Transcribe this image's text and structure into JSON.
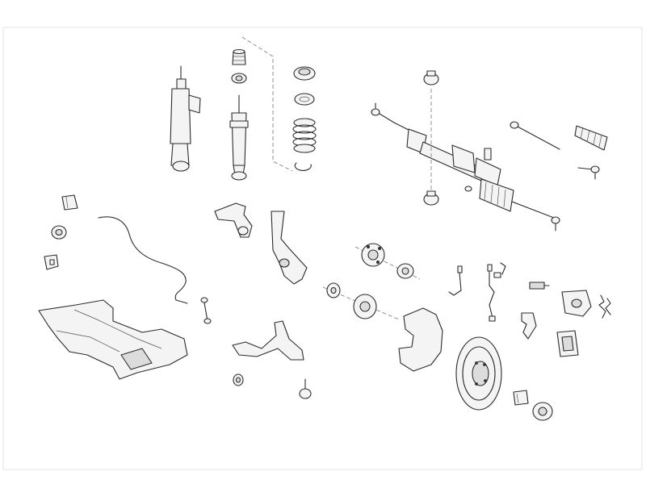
{
  "diagram": {
    "parts": [
      {
        "id": "strut-left",
        "icon": "shock-absorber-icon"
      },
      {
        "id": "strut-mount-top",
        "icon": "bump-stop-icon"
      },
      {
        "id": "strut-mount-bearing",
        "icon": "strut-bearing-icon"
      },
      {
        "id": "shock-absorber",
        "icon": "shock-absorber-icon"
      },
      {
        "id": "spring-seat-top",
        "icon": "spring-seat-icon"
      },
      {
        "id": "spring-seat-bearing",
        "icon": "bearing-ring-icon"
      },
      {
        "id": "coil-spring",
        "icon": "coil-spring-icon"
      },
      {
        "id": "spring-seat-bottom",
        "icon": "spring-pad-icon"
      },
      {
        "id": "steering-rack",
        "icon": "steering-rack-icon"
      },
      {
        "id": "rack-mount-top",
        "icon": "rubber-mount-icon"
      },
      {
        "id": "rack-mount-bottom",
        "icon": "rubber-mount-icon"
      },
      {
        "id": "tie-rod-end-left",
        "icon": "tie-rod-end-icon"
      },
      {
        "id": "inner-tie-rod",
        "icon": "tie-rod-icon"
      },
      {
        "id": "steering-boot",
        "icon": "bellows-icon"
      },
      {
        "id": "tie-rod-end-right",
        "icon": "tie-rod-end-icon"
      },
      {
        "id": "stabilizer-bushing-bracket",
        "icon": "bracket-icon"
      },
      {
        "id": "stabilizer-bushing",
        "icon": "bushing-icon"
      },
      {
        "id": "bushing-clamp",
        "icon": "clamp-icon"
      },
      {
        "id": "stabilizer-bar",
        "icon": "stabilizer-bar-icon"
      },
      {
        "id": "stabilizer-link",
        "icon": "link-rod-icon"
      },
      {
        "id": "subframe",
        "icon": "subframe-icon"
      },
      {
        "id": "upper-control-arm",
        "icon": "control-arm-icon"
      },
      {
        "id": "steering-knuckle",
        "icon": "steering-knuckle-icon"
      },
      {
        "id": "lower-control-arm",
        "icon": "control-arm-icon"
      },
      {
        "id": "arm-bushing",
        "icon": "bushing-icon"
      },
      {
        "id": "ball-joint",
        "icon": "ball-joint-icon"
      },
      {
        "id": "wheel-hub-upper",
        "icon": "wheel-hub-icon"
      },
      {
        "id": "wheel-bearing-upper",
        "icon": "wheel-bearing-icon"
      },
      {
        "id": "wheel-bearing-lower",
        "icon": "wheel-bearing-icon"
      },
      {
        "id": "wheel-hub-lower",
        "icon": "wheel-hub-icon"
      },
      {
        "id": "brake-dust-shield",
        "icon": "splash-shield-icon"
      },
      {
        "id": "brake-disc",
        "icon": "brake-disc-icon"
      },
      {
        "id": "brake-hose",
        "icon": "brake-hose-icon"
      },
      {
        "id": "abs-sensor",
        "icon": "sensor-cable-icon"
      },
      {
        "id": "wear-sensor",
        "icon": "sensor-plug-icon"
      },
      {
        "id": "caliper-guide",
        "icon": "caliper-bracket-icon"
      },
      {
        "id": "brake-caliper",
        "icon": "brake-caliper-icon"
      },
      {
        "id": "brake-pads",
        "icon": "brake-pad-icon"
      },
      {
        "id": "pad-clips",
        "icon": "spring-clip-icon"
      },
      {
        "id": "caliper-guide-bushing",
        "icon": "bushing-icon"
      },
      {
        "id": "dust-cap",
        "icon": "hub-cap-icon"
      }
    ],
    "colors": {
      "line": "#2b2b2b",
      "fill": "#f4f4f4",
      "shade": "#dcdcdc",
      "frame": "#e3e3e3"
    }
  }
}
